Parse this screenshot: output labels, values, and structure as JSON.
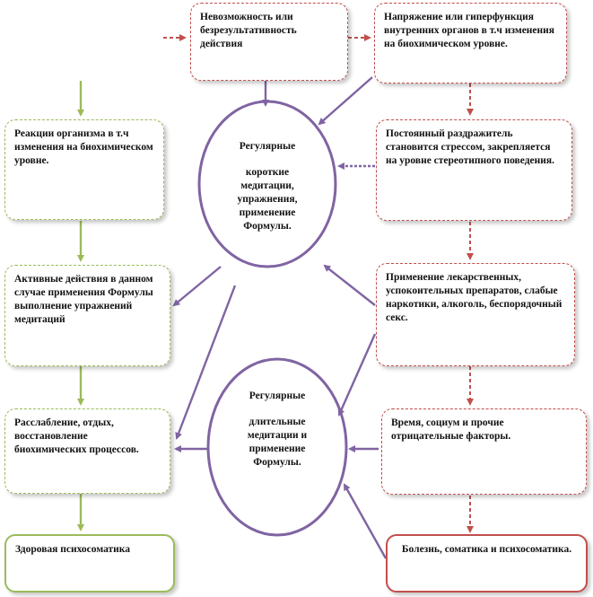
{
  "boxes": {
    "impossibility": "Невозможность или безрезультативность действия",
    "tension": "Напряжение или гиперфункция  внутренних органов  в т.ч изменения на биохимическом уровне.",
    "reactions": "Реакции организма в т.ч изменения на биохимическом уровне.",
    "constant_irritant": "Постоянный раздражитель становится стрессом, закрепляется на уровне стереотипного поведения.",
    "active_actions": "Активные действия в данном случае применения  Формулы выполнение  упражнений медитаций",
    "medications": "Применение лекарственных, успокоительных  препаратов, слабые наркотики,  алкоголь, беспорядочный секс.",
    "relaxation": "Расслабление, отдых, восстановление биохимических процессов.",
    "time_society": "Время, социум и прочие отрицательные факторы.",
    "healthy": "Здоровая психосоматика",
    "disease": "Болезнь, соматика и психосоматика."
  },
  "ovals": {
    "short_title": "Регулярные",
    "short_body": "короткие медитации, упражнения, применение Формулы.",
    "long_title": "Регулярные",
    "long_body": "длительные медитации и применение Формулы."
  },
  "colors": {
    "red": "#c0504d",
    "green": "#9bbb59",
    "purple": "#8064a2"
  }
}
